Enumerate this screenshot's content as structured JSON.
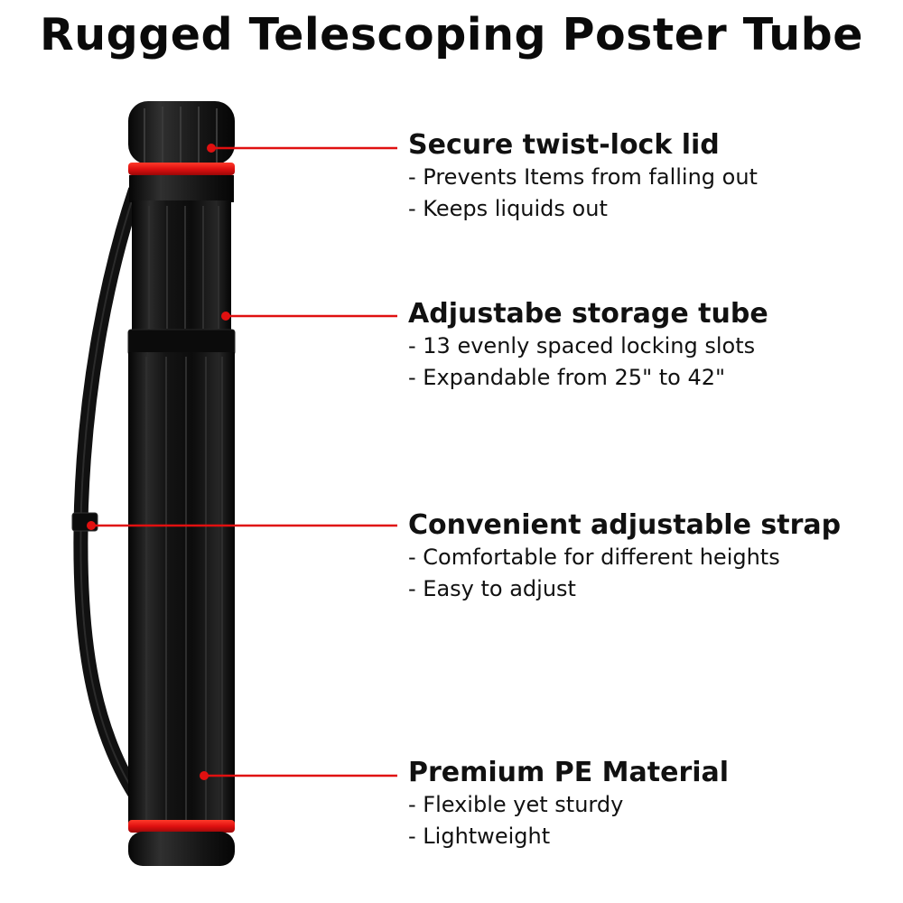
{
  "title": "Rugged Telescoping Poster Tube",
  "accent_color": "#e01010",
  "features": [
    {
      "heading": "Secure twist-lock lid",
      "bullets": [
        "-  Prevents Items from falling out",
        "-  Keeps liquids out"
      ]
    },
    {
      "heading": "Adjustabe storage tube",
      "bullets": [
        "- 13 evenly spaced locking slots",
        "- Expandable from 25\" to 42\""
      ]
    },
    {
      "heading": "Convenient adjustable strap",
      "bullets": [
        "- Comfortable for different heights",
        "- Easy to adjust"
      ]
    },
    {
      "heading": "Premium PE Material",
      "bullets": [
        "- Flexible yet sturdy",
        "- Lightweight"
      ]
    }
  ]
}
